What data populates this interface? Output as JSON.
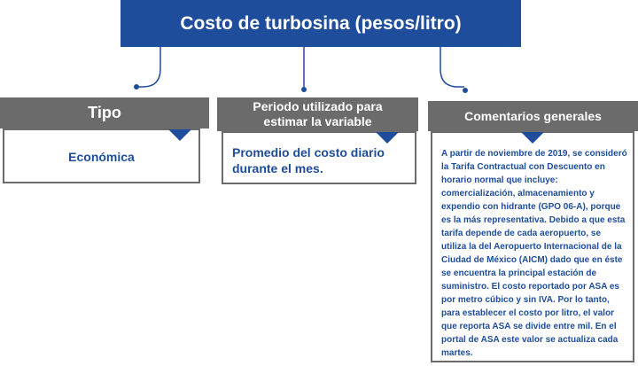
{
  "diagram": {
    "title": "Costo de turbosina (pesos/litro)",
    "cards": [
      {
        "header": "Tipo",
        "body": "Económica"
      },
      {
        "header": "Periodo utilizado para estimar la variable",
        "body": "Promedio del costo diario durante el mes."
      },
      {
        "header": "Comentarios generales",
        "body": "A partir de noviembre de 2019, se consideró la Tarifa Contractual con Descuento en horario normal que incluye: comercialización, almacenamiento y expendio con hidrante (GPO 06-A), porque es la más representativa. Debido a que esta tarifa depende de cada aeropuerto, se utiliza la del Aeropuerto Internacional de la Ciudad de México (AICM) dado que en éste se encuentra la principal estación de suministro. El costo reportado por ASA es por metro cúbico y sin IVA. Por lo tanto, para establecer el costo por litro, el valor que reporta ASA se divide entre mil. En el portal de ASA este valor se actualiza cada martes."
      }
    ],
    "colors": {
      "primary_blue": "#1e4d9c",
      "header_gray": "#6b6b6b"
    }
  }
}
